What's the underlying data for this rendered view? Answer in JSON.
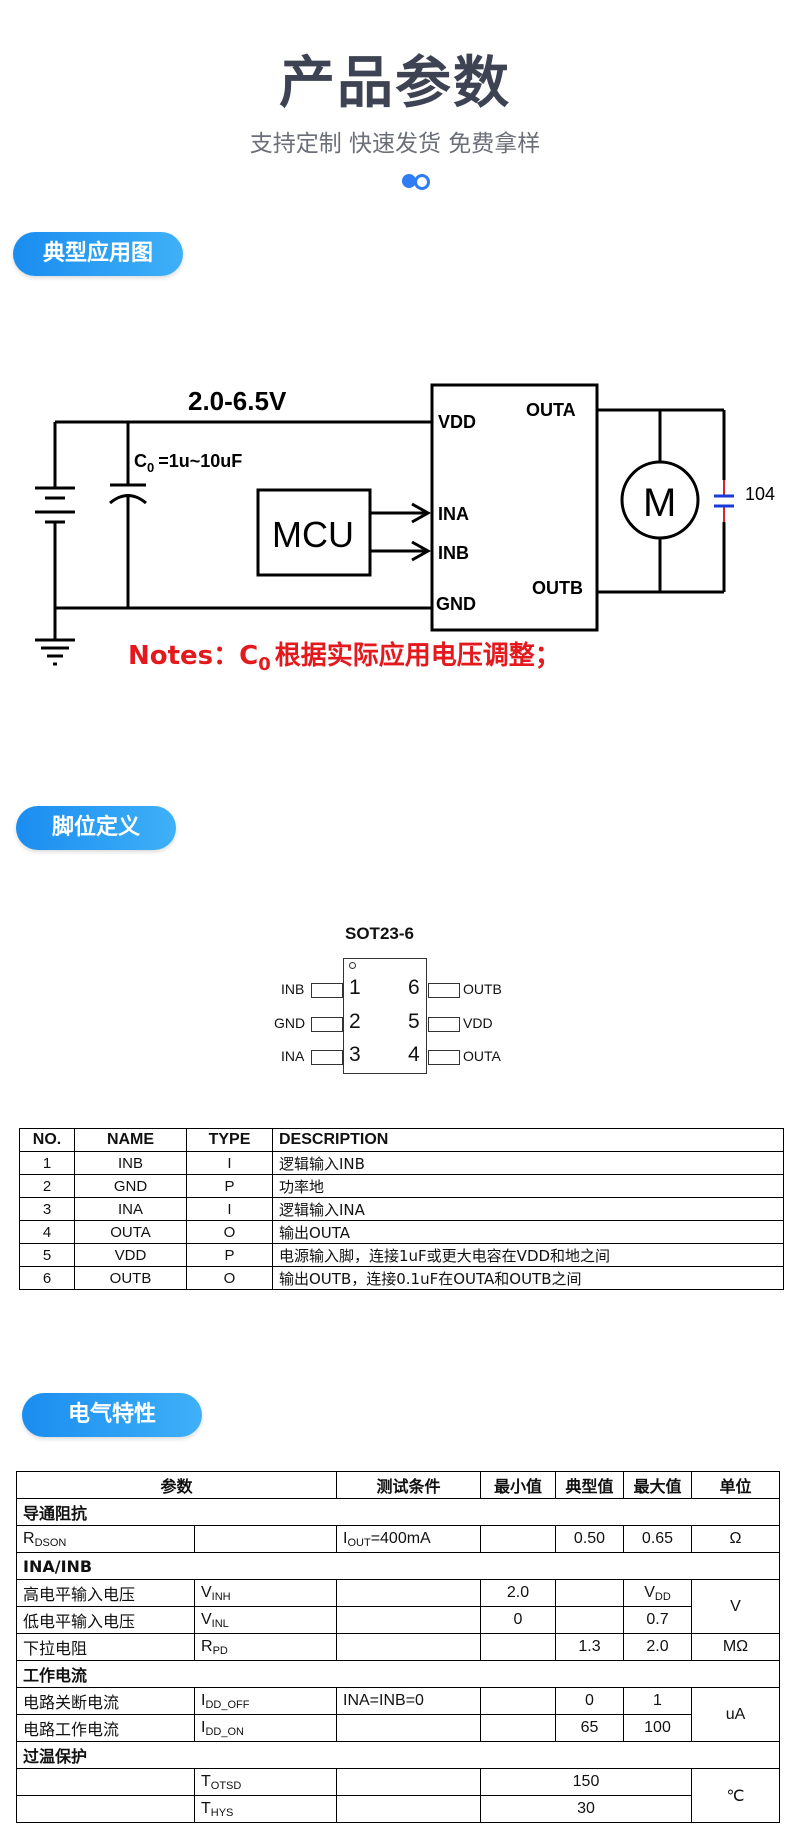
{
  "header": {
    "title": "产品参数",
    "subtitle": "支持定制 快速发货 免费拿样"
  },
  "sections": {
    "app": "典型应用图",
    "pins": "脚位定义",
    "elec": "电气特性"
  },
  "circuit": {
    "voltage": "2.0-6.5V",
    "cap_label": "C",
    "cap_sub": "0",
    "cap_value": "=1u~10uF",
    "mcu": "MCU",
    "motor": "M",
    "cap_104": "104",
    "pin_vdd": "VDD",
    "pin_ina": "INA",
    "pin_inb": "INB",
    "pin_gnd": "GND",
    "pin_outa": "OUTA",
    "pin_outb": "OUTB",
    "notes_prefix": "Notes：C",
    "notes_sub": "0",
    "notes_text": "根据实际应用电压调整；"
  },
  "package": {
    "name": "SOT23-6",
    "left_pins": [
      {
        "label": "INB",
        "num": "1"
      },
      {
        "label": "GND",
        "num": "2"
      },
      {
        "label": "INA",
        "num": "3"
      }
    ],
    "right_pins": [
      {
        "label": "OUTB",
        "num": "6"
      },
      {
        "label": "VDD",
        "num": "5"
      },
      {
        "label": "OUTA",
        "num": "4"
      }
    ]
  },
  "pin_table": {
    "headers": [
      "NO.",
      "NAME",
      "TYPE",
      "DESCRIPTION"
    ],
    "rows": [
      [
        "1",
        "INB",
        "I",
        "逻辑输入INB"
      ],
      [
        "2",
        "GND",
        "P",
        "功率地"
      ],
      [
        "3",
        "INA",
        "I",
        "逻辑输入INA"
      ],
      [
        "4",
        "OUTA",
        "O",
        "输出OUTA"
      ],
      [
        "5",
        "VDD",
        "P",
        "电源输入脚，连接1uF或更大电容在VDD和地之间"
      ],
      [
        "6",
        "OUTB",
        "O",
        "输出OUTB，连接0.1uF在OUTA和OUTB之间"
      ]
    ]
  },
  "elec_table": {
    "headers": [
      "参数",
      "测试条件",
      "最小值",
      "典型值",
      "最大值",
      "单位"
    ],
    "group1": "导通阻抗",
    "rdson": {
      "sym": "R",
      "sub": "DSON",
      "cond_pre": "I",
      "cond_sub": "OUT",
      "cond_post": "=400mA",
      "typ": "0.50",
      "max": "0.65",
      "unit": "Ω"
    },
    "group2": "INA/INB",
    "vinh": {
      "name": "高电平输入电压",
      "sym": "V",
      "sub": "INH",
      "min": "2.0",
      "max": "V",
      "max_sub": "DD"
    },
    "vinl": {
      "name": "低电平输入电压",
      "sym": "V",
      "sub": "INL",
      "min": "0",
      "max": "0.7"
    },
    "v_unit": "V",
    "rpd": {
      "name": "下拉电阻",
      "sym": "R",
      "sub": "PD",
      "typ": "1.3",
      "max": "2.0",
      "unit": "MΩ"
    },
    "group3": "工作电流",
    "idd_off": {
      "name": "电路关断电流",
      "sym": "I",
      "sub": "DD_OFF",
      "cond": "INA=INB=0",
      "typ": "0",
      "max": "1"
    },
    "idd_on": {
      "name": "电路工作电流",
      "sym": "I",
      "sub": "DD_ON",
      "typ": "65",
      "max": "100"
    },
    "i_unit": "uA",
    "group4": "过温保护",
    "totsd": {
      "sym": "T",
      "sub": "OTSD",
      "typ": "150"
    },
    "thys": {
      "sym": "T",
      "sub": "HYS",
      "typ": "30"
    },
    "t_unit": "℃"
  }
}
